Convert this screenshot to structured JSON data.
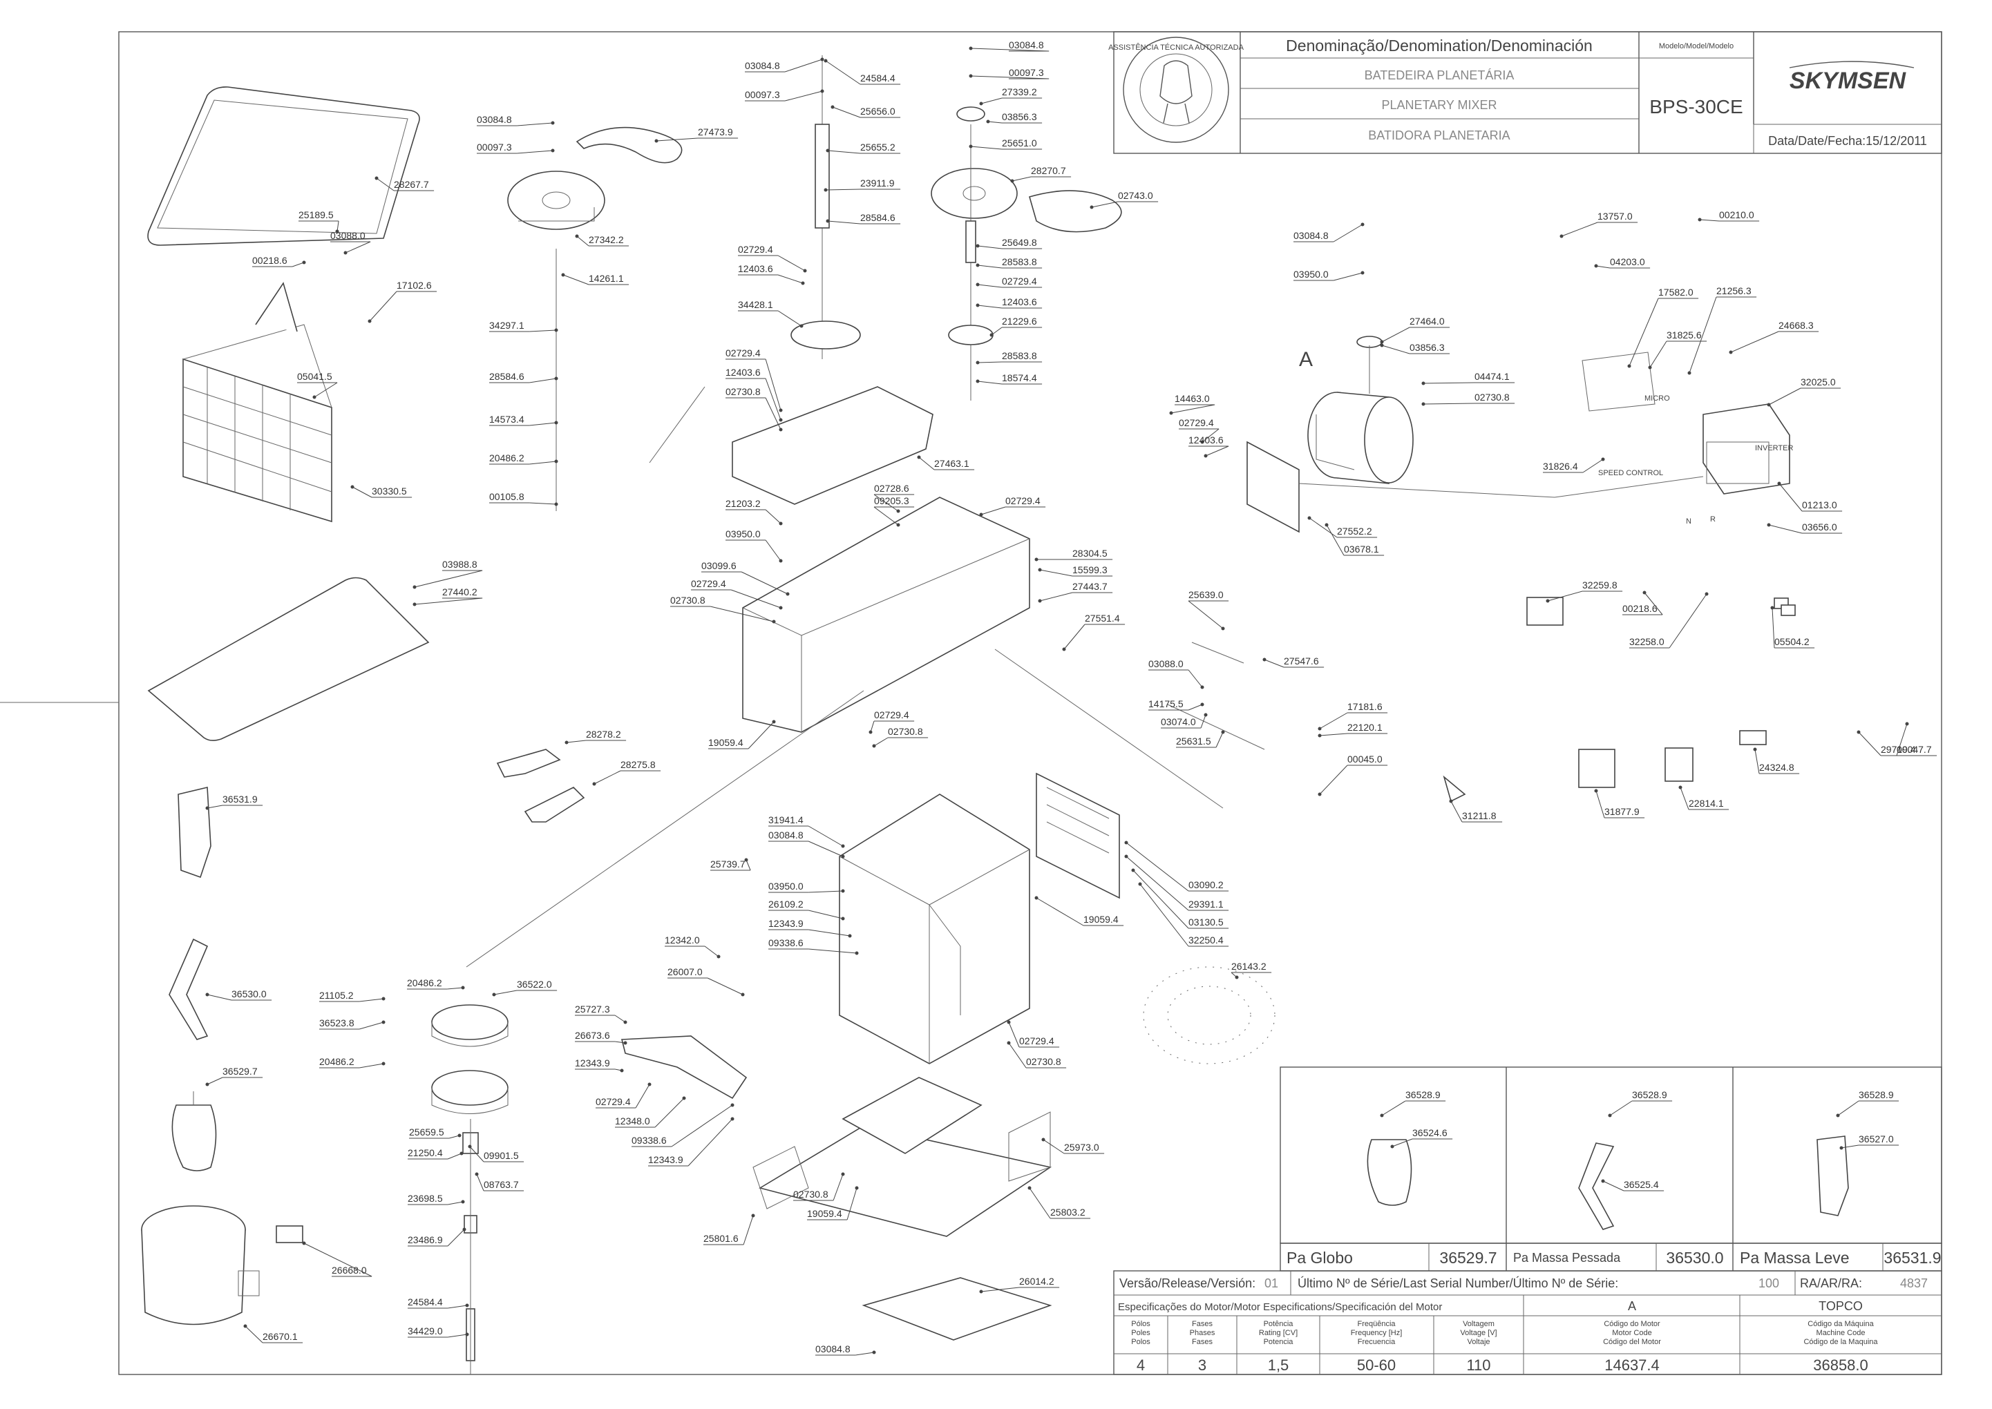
{
  "title_block": {
    "denomination_header": "Denominação/Denomination/Denominación",
    "model_header": "Modelo/Model/Modelo",
    "name_pt": "BATEDEIRA PLANETÁRIA",
    "name_en": "PLANETARY MIXER",
    "name_es": "BATIDORA PLANETARIA",
    "model": "BPS-30CE",
    "brand": "SKYMSEN",
    "date": "Data/Date/Fecha:15/12/2011",
    "seal_text": "ASSISTÊNCIA TÉCNICA AUTORIZADA"
  },
  "part_labels": [
    "03084.8",
    "00097.3",
    "24584.4",
    "25656.0",
    "27473.9",
    "28267.7",
    "03084.8",
    "00097.3",
    "25655.2",
    "23911.9",
    "28584.6",
    "27342.2",
    "03088.0",
    "25189.5",
    "00218.6",
    "17102.6",
    "14261.1",
    "34297.1",
    "02729.4",
    "12403.6",
    "34428.1",
    "28584.6",
    "14573.4",
    "20486.2",
    "00105.8",
    "05041.5",
    "30330.5",
    "02729.4",
    "12403.6",
    "02730.8",
    "27463.1",
    "03084.8",
    "00097.3",
    "27339.2",
    "03856.3",
    "25651.0",
    "28270.7",
    "02743.0",
    "25649.8",
    "28583.8",
    "02729.4",
    "12403.6",
    "21229.6",
    "28583.8",
    "18574.4",
    "03084.8",
    "03950.0",
    "27464.0",
    "03856.3",
    "04474.1",
    "02730.8",
    "13757.0",
    "00210.0",
    "04203.0",
    "17582.0",
    "31825.6",
    "21256.3",
    "24668.3",
    "32025.0",
    "14463.0",
    "02729.4",
    "12403.6",
    "31826.4",
    "01213.0",
    "03656.0",
    "27552.2",
    "03678.1",
    "32259.8",
    "00218.6",
    "32258.0",
    "05504.2",
    "25639.0",
    "27547.6",
    "03088.0",
    "14175.5",
    "03074.0",
    "25631.5",
    "17181.6",
    "22120.1",
    "00045.0",
    "31211.8",
    "31877.9",
    "22814.1",
    "24324.8",
    "29719.4",
    "00047.7",
    "21203.2",
    "03950.0",
    "03099.6",
    "02729.4",
    "02730.8",
    "02728.6",
    "09205.3",
    "02729.4",
    "28304.5",
    "15599.3",
    "27443.7",
    "27551.4",
    "19059.4",
    "03988.8",
    "27440.2",
    "28278.2",
    "28275.8",
    "36531.9",
    "02729.4",
    "02730.8",
    "31941.4",
    "03084.8",
    "25739.7",
    "03950.0",
    "26109.2",
    "12343.9",
    "09338.6",
    "03090.2",
    "29391.1",
    "03130.5",
    "32250.4",
    "19059.4",
    "12342.0",
    "26007.0",
    "25727.3",
    "26673.6",
    "12343.9",
    "02729.4",
    "12348.0",
    "09338.6",
    "12343.9",
    "02729.4",
    "02730.8",
    "26143.2",
    "25973.0",
    "02730.8",
    "19059.4",
    "25801.6",
    "25803.2",
    "26014.2",
    "03084.8",
    "36530.0",
    "21105.2",
    "36523.8",
    "20486.2",
    "20486.2",
    "36522.0",
    "36529.7",
    "25659.5",
    "09901.5",
    "21250.4",
    "08763.7",
    "23698.5",
    "23486.9",
    "26668.0",
    "24584.4",
    "34429.0",
    "26670.1",
    "36528.9",
    "36524.6",
    "36528.9",
    "36525.4",
    "36528.9",
    "36527.0"
  ],
  "motor_callout": "A",
  "inverter_labels": {
    "micro": "MICRO",
    "speed_control": "SPEED CONTROL",
    "inverter": "INVERTER",
    "n_label": "N",
    "r_label": "R"
  },
  "accessories": [
    {
      "name": "Pa Globo",
      "code": "36529.7"
    },
    {
      "name": "Pa Massa Pessada",
      "code": "36530.0"
    },
    {
      "name": "Pa Massa Leve",
      "code": "36531.9"
    }
  ],
  "release": {
    "label": "Versão/Release/Versión:",
    "value": "01",
    "serial_label": "Último Nº de Série/Last Serial Number/Último Nº de Série:",
    "serial_value": "100",
    "ra_label": "RA/AR/RA:",
    "ra_value": "4837"
  },
  "motor_spec": {
    "header": "Especificações do Motor/Motor Especifications/Specificación del Motor",
    "motor_id": "A",
    "topco": "TOPCO",
    "columns": [
      {
        "label": "Pólos\nPoles\nPolos",
        "value": "4"
      },
      {
        "label": "Fases\nPhases\nFases",
        "value": "3"
      },
      {
        "label": "Potência\nRating [CV]\nPotencia",
        "value": "1,5"
      },
      {
        "label": "Freqüência\nFrequency [Hz]\nFrecuencia",
        "value": "50-60"
      },
      {
        "label": "Voltagem\nVoltage [V]\nVoltaje",
        "value": "110"
      },
      {
        "label": "Código do Motor\nMotor Code\nCódigo del Motor",
        "value": "14637.4"
      },
      {
        "label": "Código da Máquina\nMachine Code\nCódigo de la Maquina",
        "value": "36858.0"
      }
    ]
  }
}
